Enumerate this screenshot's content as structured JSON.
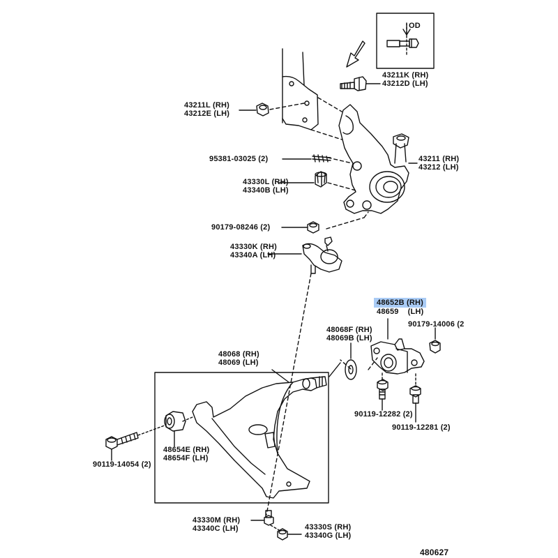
{
  "inset": {
    "label": "OD"
  },
  "labels": {
    "p43211K": "43211K (RH)",
    "p43212D": "43212D (LH)",
    "p43211L": "43211L (RH)",
    "p43212E": "43212E (LH)",
    "p95381": "95381-03025 (2)",
    "p43211": "43211 (RH)",
    "p43212": "43212 (LH)",
    "p43330L": "43330L (RH)",
    "p43340B": "43340B (LH)",
    "p90179_08246": "90179-08246 (2)",
    "p43330K": "43330K (RH)",
    "p43340A": "43340A (LH)",
    "p48652B": "48652B (RH)",
    "p48659": "48659    (LH)",
    "p90179_14006": "90179-14006 (2",
    "p48068F": "48068F (RH)",
    "p48069B": "48069B (LH)",
    "p48068": "48068 (RH)",
    "p48069": "48069 (LH)",
    "p90119_12282": "90119-12282 (2)",
    "p90119_12281": "90119-12281 (2)",
    "p48654E": "48654E (RH)",
    "p48654F": "48654F (LH)",
    "p90119_14054": "90119-14054 (2)",
    "p43330M": "43330M (RH)",
    "p43340C": "43340C (LH)",
    "p43330S": "43330S (RH)",
    "p43340G": "43340G (LH)",
    "figure_number": "480627"
  },
  "highlight_color": "#a9cbf5",
  "line_color": "#111111"
}
